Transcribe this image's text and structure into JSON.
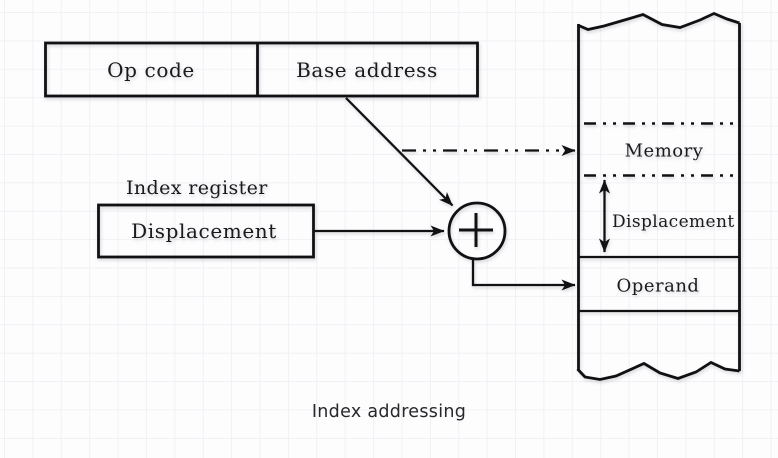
{
  "diagram": {
    "caption": "Index addressing",
    "instruction": {
      "op_code_label": "Op code",
      "base_address_label": "Base address"
    },
    "index_register": {
      "title": "Index register",
      "content_label": "Displacement"
    },
    "adder": {
      "symbol": "+"
    },
    "memory": {
      "title": "Memory",
      "displacement_label": "Displacement",
      "operand_label": "Operand"
    },
    "colors": {
      "line": "#111113",
      "text": "#1a1a1c",
      "caption": "#27272c",
      "grid": "#f1f1f5",
      "background": "#fdfdfe"
    }
  }
}
